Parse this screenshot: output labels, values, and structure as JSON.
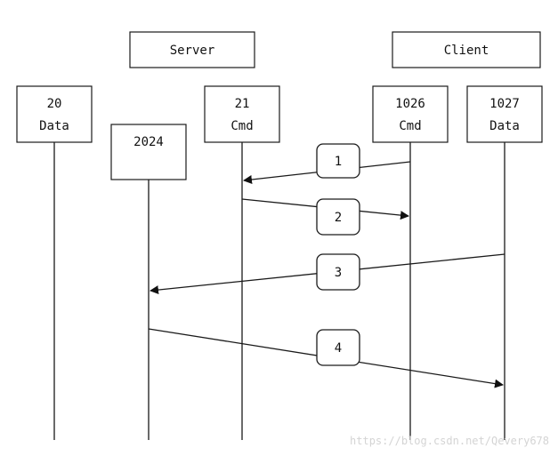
{
  "groups": {
    "server": "Server",
    "client": "Client"
  },
  "ports": [
    {
      "id": "p20",
      "number": "20",
      "role": "Data"
    },
    {
      "id": "p2024",
      "number": "2024",
      "role": ""
    },
    {
      "id": "p21",
      "number": "21",
      "role": "Cmd"
    },
    {
      "id": "p1026",
      "number": "1026",
      "role": "Cmd"
    },
    {
      "id": "p1027",
      "number": "1027",
      "role": "Data"
    }
  ],
  "messages": [
    {
      "step": "1",
      "from": "1026",
      "to": "21"
    },
    {
      "step": "2",
      "from": "21",
      "to": "1026"
    },
    {
      "step": "3",
      "from": "1027",
      "to": "2024"
    },
    {
      "step": "4",
      "from": "2024",
      "to": "1027"
    }
  ],
  "watermark": "https://blog.csdn.net/Qevery678",
  "colors": {
    "line": "#1a1a1a",
    "box_fill": "#ffffff",
    "watermark": "#d4d4d4"
  }
}
